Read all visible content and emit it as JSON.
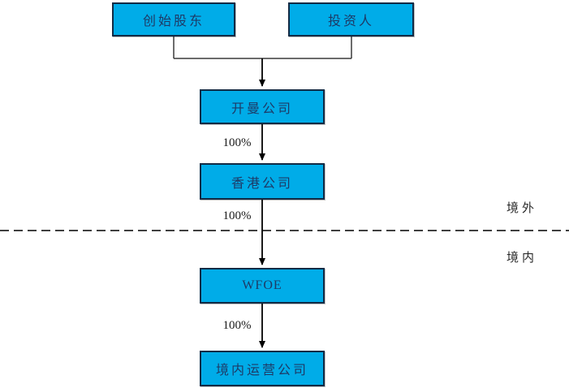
{
  "diagram": {
    "title_hint": "offshore-onshore-equity-structure",
    "nodes": {
      "founders": {
        "label": "创始股东"
      },
      "investors": {
        "label": "投资人"
      },
      "cayman": {
        "label": "开曼公司"
      },
      "hongkong": {
        "label": "香港公司"
      },
      "wfoe": {
        "label": "WFOE"
      },
      "domestic": {
        "label": "境内运营公司"
      }
    },
    "edges": [
      {
        "from": "founders,investors",
        "to": "cayman",
        "label": ""
      },
      {
        "from": "cayman",
        "to": "hongkong",
        "label": "100%"
      },
      {
        "from": "hongkong",
        "to": "wfoe",
        "label": "100%"
      },
      {
        "from": "wfoe",
        "to": "domestic",
        "label": "100%"
      }
    ],
    "regions": {
      "offshore": "境外",
      "onshore": "境内"
    },
    "colors": {
      "node_fill": "#00ACE8",
      "node_border": "#122b45",
      "node_text": "#1e3a66",
      "connector": "#3a3a3a",
      "arrow": "#000000",
      "boundary_dash": "#000000"
    }
  }
}
